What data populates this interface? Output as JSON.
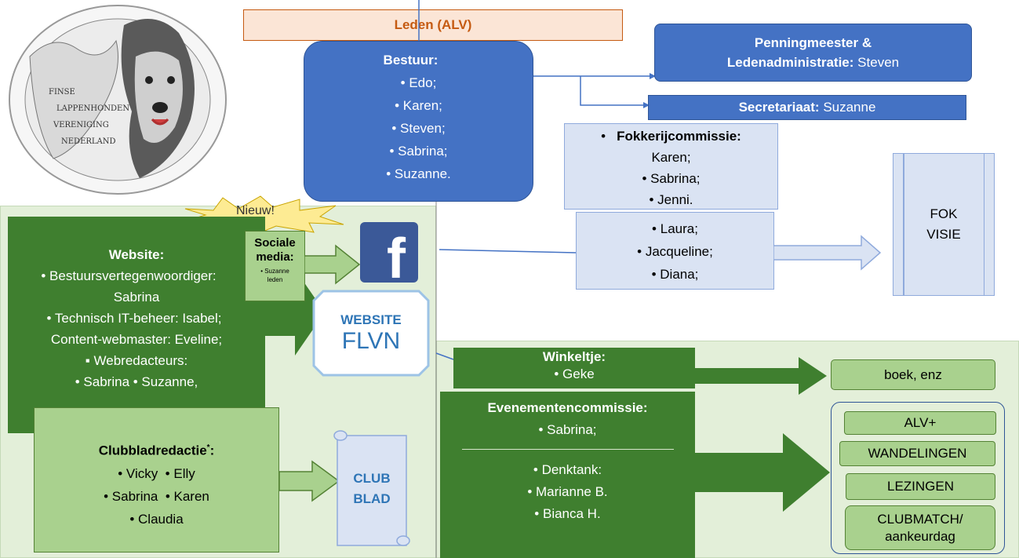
{
  "logo": {
    "lines": [
      "FINSE",
      "LAPPENHONDEN",
      "VERENIGING",
      "NEDERLAND"
    ]
  },
  "leden": "Leden (ALV)",
  "bestuur": {
    "title": "Bestuur:",
    "members": [
      "Edo;",
      "Karen;",
      "Steven;",
      "Sabrina;",
      "Suzanne."
    ]
  },
  "penningmeester": {
    "line1": "Penningmeester &",
    "line2_bold": "Ledenadministratie:",
    "line2_name": "Steven"
  },
  "secretariaat": {
    "label": "Secretariaat:",
    "name": "Suzanne"
  },
  "fokkerij": {
    "title": "Fokkerijcommissie:",
    "first": "Karen;",
    "members": [
      "Sabrina;",
      "Jenni."
    ],
    "more": [
      "Laura;",
      "Jacqueline;",
      "Diana;"
    ]
  },
  "fokvisie": {
    "line1": "FOK",
    "line2": "VISIE"
  },
  "nieuw": "Nieuw!",
  "website": {
    "title": "Website:",
    "lines": [
      "Bestuursvertegenwoordiger:",
      "Sabrina",
      "Technisch IT-beheer: Isabel;",
      "Content-webmaster: Eveline;",
      "Webredacteurs:",
      "Sabrina • Suzanne,"
    ]
  },
  "sociale": {
    "title1": "Sociale",
    "title2": "media:",
    "sub1": "• Suzanne",
    "sub2": "leden"
  },
  "facebook_letter": "f",
  "website_badge": {
    "line1": "WEBSITE",
    "line2": "FLVN"
  },
  "clubblad": {
    "title": "Clubbladredactie",
    "sup": "*",
    "colon": ":",
    "row1": [
      "Vicky",
      "Elly"
    ],
    "row2": [
      "Sabrina",
      "Karen"
    ],
    "row3": "Claudia"
  },
  "clubblad_scroll": {
    "line1": "CLUB",
    "line2": "BLAD"
  },
  "winkeltje": {
    "title": "Winkeltje:",
    "member": "Geke"
  },
  "boek": "boek, enz",
  "evenementen": {
    "title": "Evenementencommissie:",
    "member": "Sabrina;",
    "denktank": "Denktank:",
    "denktank_members": [
      "Marianne B.",
      "Bianca H."
    ]
  },
  "events": [
    "ALV+",
    "WANDELINGEN",
    "LEZINGEN",
    "CLUBMATCH/ aankeurdag"
  ],
  "colors": {
    "blue": "#4472c4",
    "light_blue": "#dae3f3",
    "dark_green": "#3f7f2f",
    "light_green": "#a9d18e",
    "orange_fill": "#fbe5d6",
    "orange_text": "#c55a11"
  }
}
